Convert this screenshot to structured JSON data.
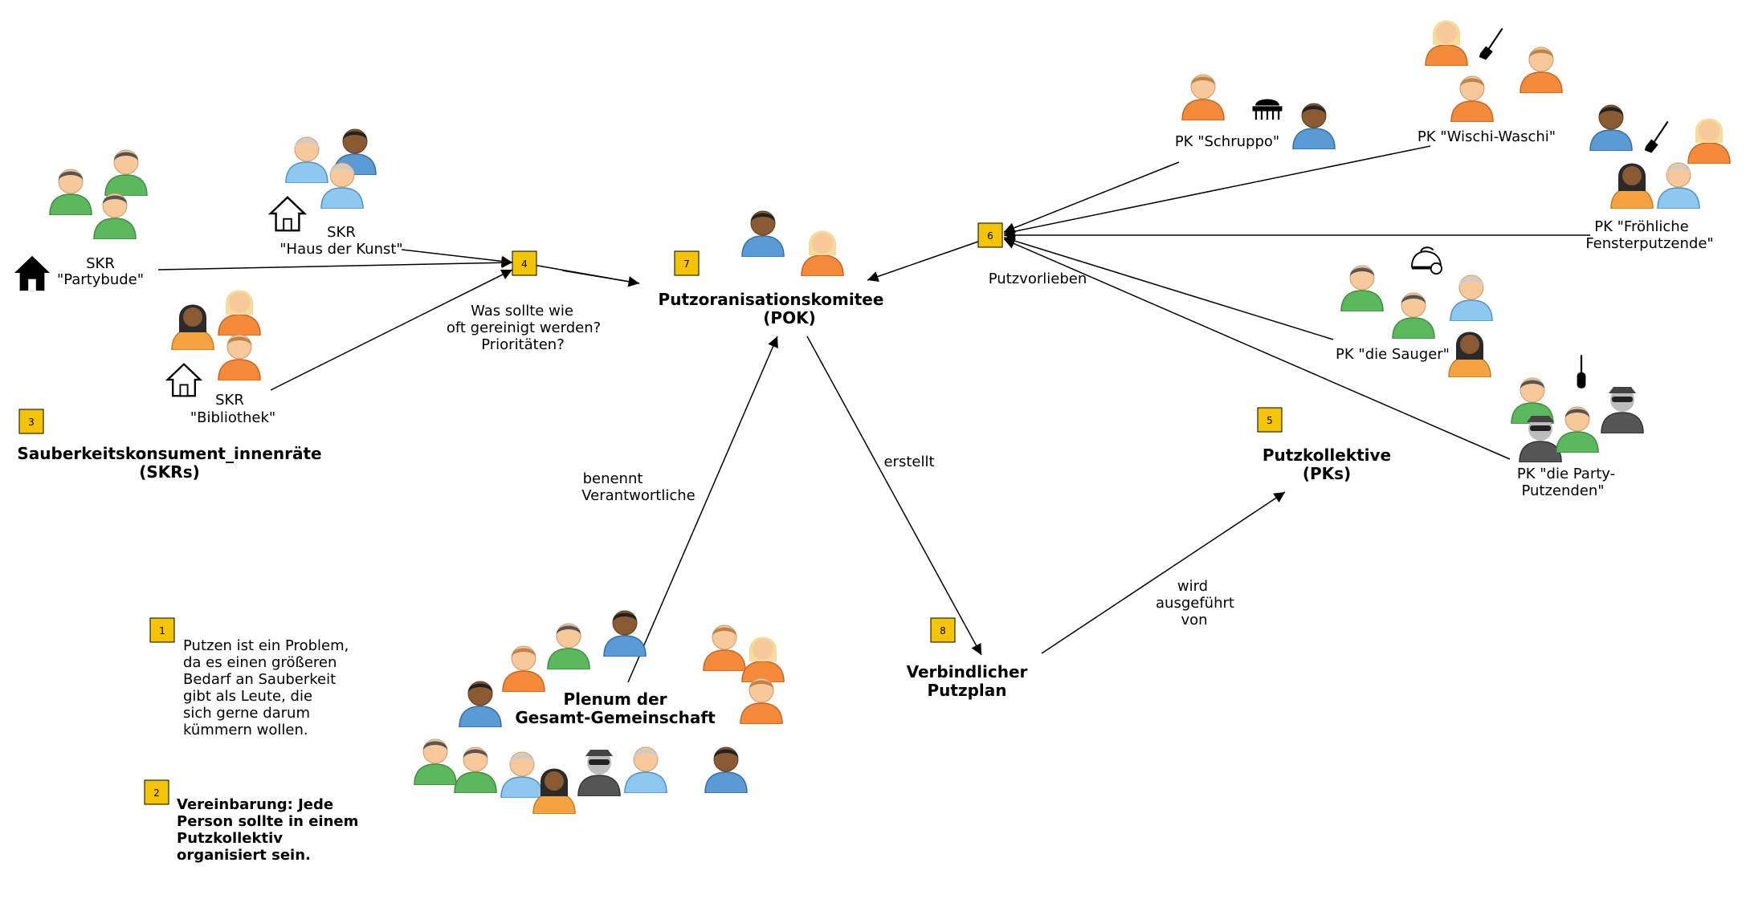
{
  "badges": {
    "b1": "1",
    "b2": "2",
    "b3": "3",
    "b4": "4",
    "b5": "5",
    "b6": "6",
    "b7": "7",
    "b8": "8"
  },
  "skr": {
    "heading_1": "Sauberkeitskonsument_innenräte",
    "heading_2": "(SKRs)",
    "partybude_1": "SKR",
    "partybude_2": "\"Partybude\"",
    "kunst_1": "SKR",
    "kunst_2": "\"Haus der Kunst\"",
    "bibliothek_1": "SKR",
    "bibliothek_2": "\"Bibliothek\""
  },
  "question": {
    "line_1": "Was sollte wie",
    "line_2": "oft gereinigt werden?",
    "line_3": "Prioritäten?"
  },
  "pok": {
    "title_1": "Putzoranisationskomitee",
    "title_2": "(POK)"
  },
  "pk": {
    "heading_1": "Putzkollektive",
    "heading_2": "(PKs)",
    "schruppo": "PK \"Schruppo\"",
    "wischi": "PK \"Wischi-Waschi\"",
    "fenster_1": "PK \"Fröhliche",
    "fenster_2": "Fensterputzende\"",
    "sauger": "PK \"die Sauger\"",
    "party_1": "PK \"die Party-",
    "party_2": "Putzenden\"",
    "preference": "Putzvorlieben"
  },
  "edges": {
    "benennt_1": "benennt",
    "benennt_2": "Verantwortliche",
    "erstellt": "erstellt",
    "wird_1": "wird",
    "wird_2": "ausgeführt",
    "wird_3": "von"
  },
  "plenum": {
    "title_1": "Plenum der",
    "title_2": "Gesamt-Gemeinschaft"
  },
  "plan": {
    "title_1": "Verbindlicher",
    "title_2": "Putzplan"
  },
  "notes": {
    "note1": [
      "Putzen ist ein Problem,",
      "da es einen größeren",
      "Bedarf an Sauberkeit",
      "gibt als Leute, die",
      "sich gerne darum",
      "kümmern wollen."
    ],
    "note2": [
      "Vereinbarung: Jede",
      "Person sollte in einem",
      "Putzkollektiv",
      "organisiert sein."
    ]
  },
  "icons": [
    "house-filled-icon",
    "house-outline-icon",
    "scrub-brush-icon",
    "broom-icon",
    "vacuum-icon",
    "toilet-brush-icon",
    "person-icon"
  ],
  "colors": {
    "badge": "#f5c400",
    "green": "#5cb85c",
    "orange": "#f58a3a",
    "blue": "#5b9bd5",
    "lightblue": "#8ec7f0",
    "gray": "#8a8a8a"
  }
}
